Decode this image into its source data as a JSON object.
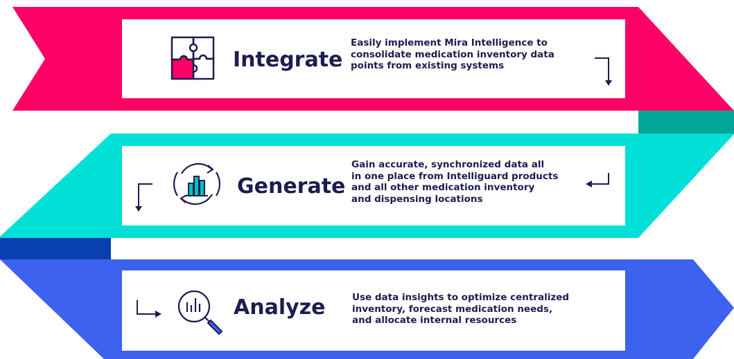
{
  "steps": [
    {
      "title": "Integrate",
      "description": [
        "Easily implement Mira Intelligence to",
        "consolidate medication inventory data",
        "points from existing systems"
      ],
      "icon": "puzzle-icon",
      "band_color": "#ff0066"
    },
    {
      "title": "Generate",
      "description": [
        "Gain accurate, synchronized data all",
        "in one place from Intelliguard products",
        "and all other medication inventory",
        "and dispensing locations"
      ],
      "icon": "chart-refresh-icon",
      "band_color": "#00e0d6"
    },
    {
      "title": "Analyze",
      "description": [
        "Use data insights to optimize centralized",
        "inventory, forecast medication needs,",
        "and allocate internal resources"
      ],
      "icon": "magnifier-chart-icon",
      "band_color": "#3d62f0"
    }
  ],
  "colors": {
    "text": "#1c1d4f",
    "pink": "#ff0066",
    "teal": "#00e0d6",
    "teal_dark": "#00a69a",
    "blue": "#3d62f0",
    "blue_dark": "#0a3fb0"
  }
}
